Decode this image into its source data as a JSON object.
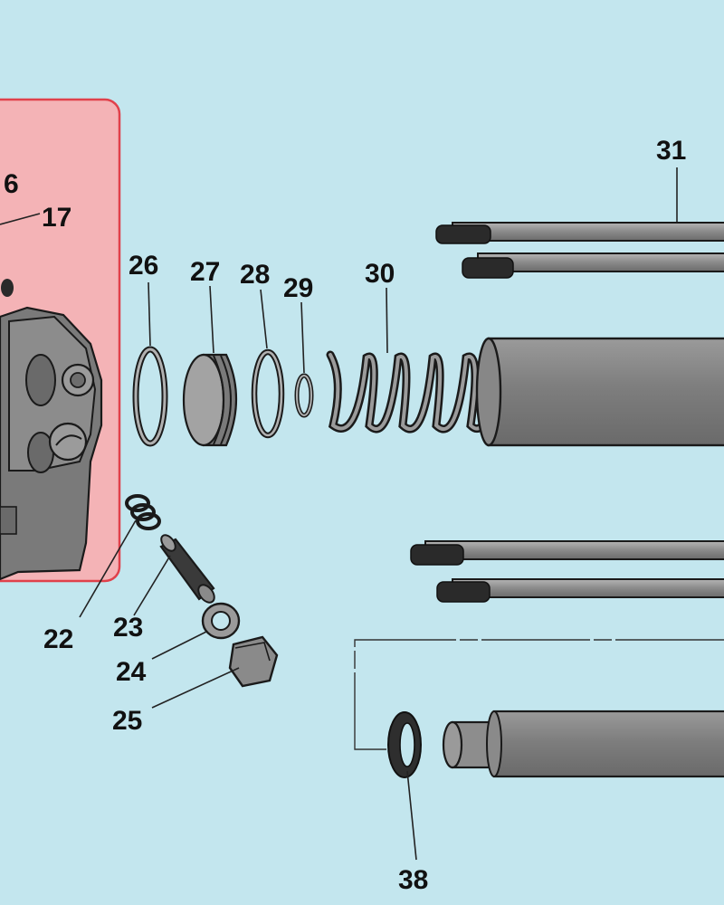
{
  "diagram": {
    "background_color": "#c3e6ee",
    "highlight_color": "#f4b3b6",
    "part_fill_color": "#8a8a8a",
    "part_dark_color": "#555555"
  },
  "callouts": {
    "c6": "6",
    "c17": "17",
    "c22": "22",
    "c23": "23",
    "c24": "24",
    "c25": "25",
    "c26": "26",
    "c27": "27",
    "c28": "28",
    "c29": "29",
    "c30": "30",
    "c31": "31",
    "c38": "38"
  }
}
